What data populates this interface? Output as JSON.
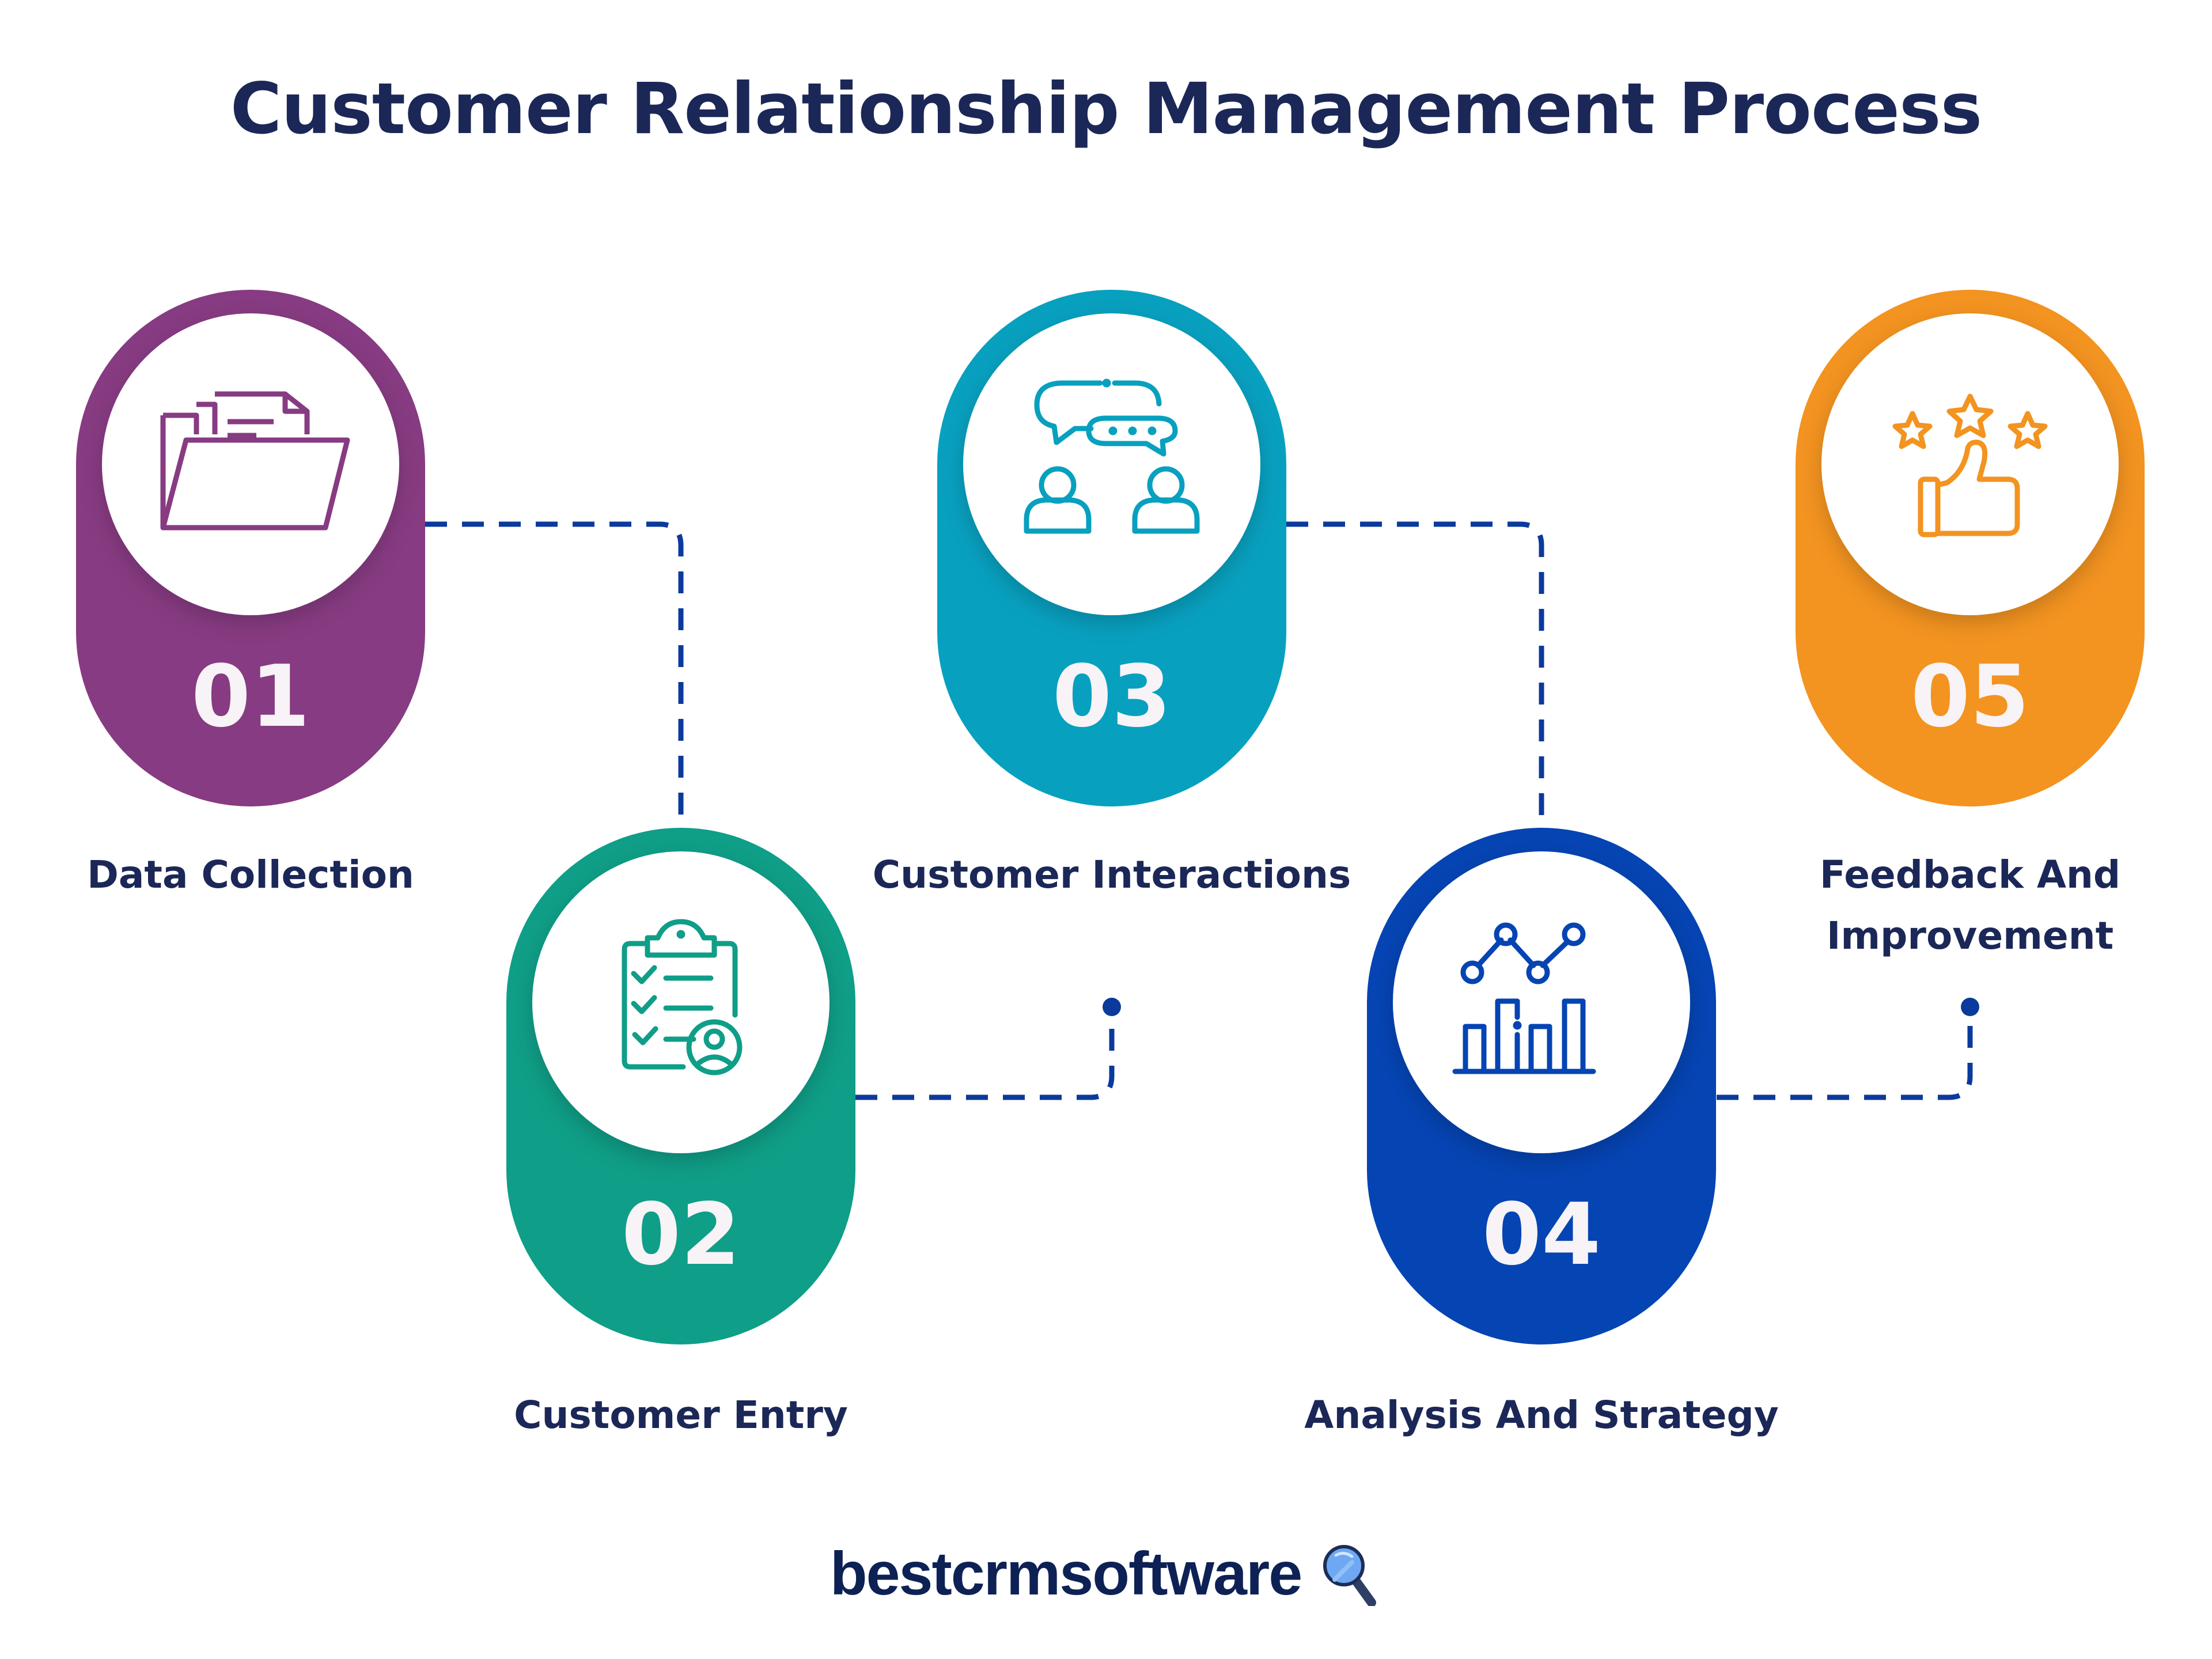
{
  "title": "Customer Relationship Management Process",
  "steps": [
    {
      "number": "01",
      "label": "Data Collection",
      "icon": "folder-documents-icon",
      "color": "#873b82"
    },
    {
      "number": "02",
      "label": "Customer Entry",
      "icon": "clipboard-checklist-user-icon",
      "color": "#0f9e87"
    },
    {
      "number": "03",
      "label": "Customer Interactions",
      "icon": "chat-people-icon",
      "color": "#08a0bf"
    },
    {
      "number": "04",
      "label": "Analysis And Strategy",
      "icon": "analytics-chart-icon",
      "color": "#0544b3"
    },
    {
      "number": "05",
      "label_line1": "Feedback And",
      "label_line2": "Improvement",
      "icon": "stars-thumbs-up-icon",
      "color": "#f39320"
    }
  ],
  "connector_color": "#0b3a9c",
  "text_color": "#1b2757",
  "footer": {
    "brand": "bestcrmsoftware",
    "icon": "magnifier-icon"
  }
}
